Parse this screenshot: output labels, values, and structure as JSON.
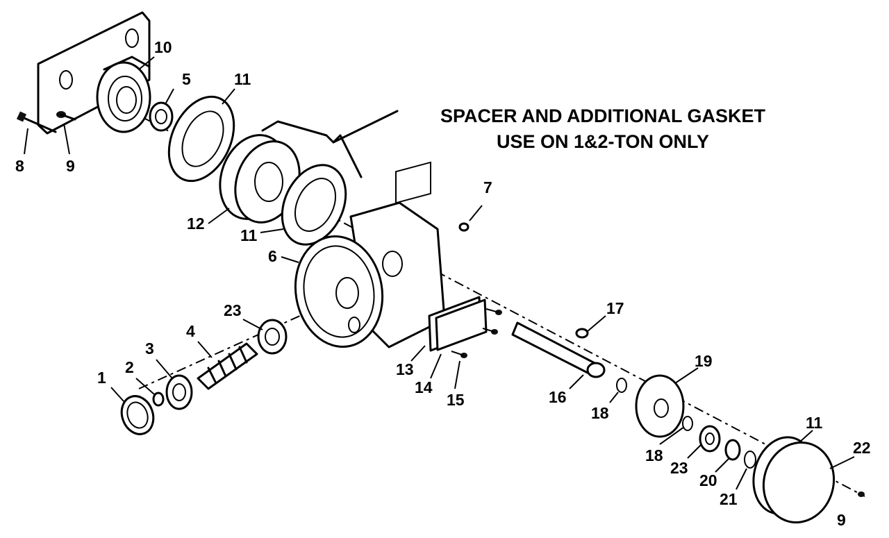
{
  "caption": {
    "line1": "SPACER AND ADDITIONAL GASKET",
    "line2": "USE ON 1&2-TON ONLY"
  },
  "callouts": {
    "c1": "1",
    "c2": "2",
    "c3": "3",
    "c4": "4",
    "c5": "5",
    "c6": "6",
    "c7": "7",
    "c8": "8",
    "c9a": "9",
    "c9b": "9",
    "c10": "10",
    "c11a": "11",
    "c11b": "11",
    "c11c": "11",
    "c12": "12",
    "c13": "13",
    "c14": "14",
    "c15": "15",
    "c16": "16",
    "c17": "17",
    "c18a": "18",
    "c18b": "18",
    "c19": "19",
    "c20": "20",
    "c21": "21",
    "c22": "22",
    "c23a": "23",
    "c23b": "23"
  }
}
